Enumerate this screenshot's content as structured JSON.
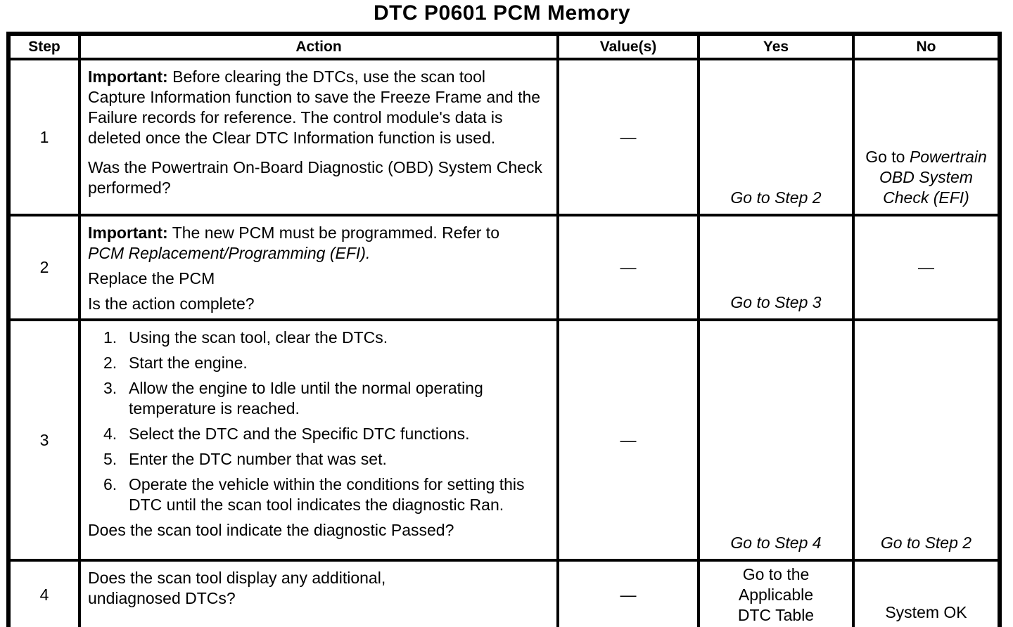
{
  "title": "DTC P0601 PCM Memory",
  "headers": {
    "step": "Step",
    "action": "Action",
    "values": "Value(s)",
    "yes": "Yes",
    "no": "No"
  },
  "rows": {
    "r1": {
      "step": "1",
      "important_label": "Important:",
      "important_text": " Before clearing the DTCs, use the scan tool Capture Information function to save the Freeze Frame and the Failure records for reference. The control module's data is deleted once the Clear DTC Information function is used.",
      "question": "Was the Powertrain On-Board Diagnostic (OBD) System Check performed?",
      "value": "—",
      "yes": "Go to Step 2",
      "no_prefix": "Go to ",
      "no_reference": "Powertrain OBD System Check (EFI)"
    },
    "r2": {
      "step": "2",
      "important_label": "Important:",
      "important_text": " The new PCM must be programmed. Refer to ",
      "reference": "PCM Replacement/Programming (EFI).",
      "instruction": "Replace the PCM",
      "question": "Is the action complete?",
      "value": "—",
      "yes": "Go to Step 3",
      "no": "—"
    },
    "r3": {
      "step": "3",
      "steps_list": [
        {
          "num": "1.",
          "text": "Using the scan tool, clear the DTCs."
        },
        {
          "num": "2.",
          "text": "Start the engine."
        },
        {
          "num": "3.",
          "text": "Allow the engine to Idle until the normal operating temperature is reached."
        },
        {
          "num": "4.",
          "text": "Select the DTC and the Specific DTC functions."
        },
        {
          "num": "5.",
          "text": "Enter the DTC number that was set."
        },
        {
          "num": "6.",
          "text": "Operate the vehicle within the conditions for setting this DTC until the scan tool indicates the diagnostic Ran."
        }
      ],
      "question": "Does the scan tool indicate the diagnostic Passed?",
      "value": "—",
      "yes": "Go to Step 4",
      "no": "Go to Step 2"
    },
    "r4": {
      "step": "4",
      "question": "Does the scan tool display any additional, undiagnosed DTCs?",
      "value": "—",
      "yes": "Go to the Applicable DTC Table",
      "no": "System OK"
    }
  }
}
